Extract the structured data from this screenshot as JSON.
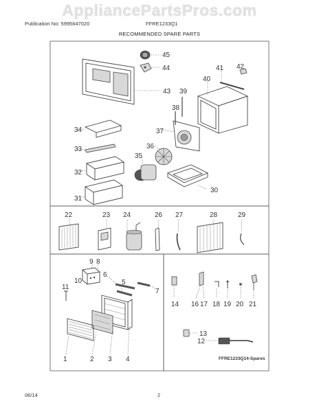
{
  "header": {
    "watermark": "AppliancePartsPros.com",
    "publication": "Publication No: 5995647020",
    "model": "FFRE1233Q1",
    "section_title": "RECOMMENDED SPARE PARTS"
  },
  "footer": {
    "date": "06/14",
    "page": "2"
  },
  "diagram_code": "FFRE1233Q14-Spares",
  "callouts": [
    "1",
    "2",
    "3",
    "4",
    "5",
    "6",
    "7",
    "8",
    "9",
    "10",
    "11",
    "12",
    "13",
    "14",
    "16",
    "17",
    "18",
    "19",
    "20",
    "21",
    "22",
    "23",
    "24",
    "26",
    "27",
    "28",
    "29",
    "30",
    "31",
    "32",
    "33",
    "34",
    "35",
    "36",
    "37",
    "38",
    "39",
    "40",
    "41",
    "42",
    "43",
    "44",
    "45"
  ]
}
